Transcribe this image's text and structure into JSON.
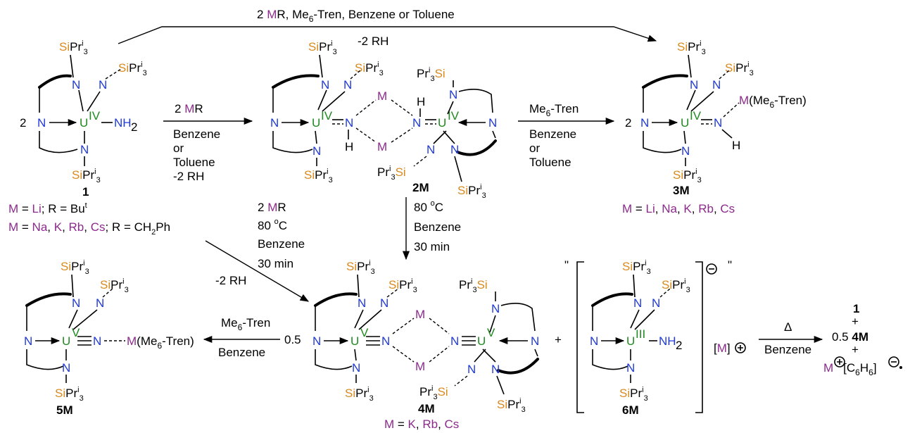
{
  "top_arrow": {
    "line1": [
      "2 ",
      "M",
      "R, Me",
      "6",
      "-Tren, Benzene or Toluene"
    ],
    "line2": "-2 RH"
  },
  "atoms": {
    "N": "N",
    "U": "U",
    "H": "H",
    "M": "M",
    "Si": "Si",
    "Pr": "Pr",
    "i": "i",
    "three": "3",
    "two": "2",
    "NH": "NH",
    "ox_iv": "IV",
    "ox_v": "V",
    "ox_iii": "III"
  },
  "coef": {
    "c1": "2",
    "c3": "2",
    "c5": "0.5"
  },
  "compounds": {
    "c1": "1",
    "c2": "2M",
    "c3": "3M",
    "c4": "4M",
    "c5": "5M",
    "c6": "6M"
  },
  "label1": {
    "line1": [
      "M",
      " = ",
      "Li",
      "; R = Bu",
      "t"
    ],
    "line2": [
      "M",
      " = ",
      "Na",
      ", ",
      "K",
      ", ",
      "Rb",
      ", ",
      "Cs",
      "; R = CH",
      "2",
      "Ph"
    ]
  },
  "label3": [
    "M",
    " = ",
    "Li",
    ", ",
    "Na",
    ", ",
    "K",
    ", ",
    "Rb",
    ", ",
    "Cs"
  ],
  "label4": [
    "M",
    " = ",
    "K",
    ", ",
    "Rb",
    ", ",
    "Cs"
  ],
  "arrow_1_2": {
    "above": [
      "2 ",
      "M",
      "R"
    ],
    "below": [
      "Benzene",
      "or",
      "Toluene",
      "-2 RH"
    ]
  },
  "arrow_2_3": {
    "above": [
      "Me",
      "6",
      "-Tren"
    ],
    "below": [
      "Benzene",
      "or",
      "Toluene"
    ]
  },
  "arrow_2_4": [
    "80 ",
    "o",
    "C",
    "Benzene",
    "30 min"
  ],
  "arrow_1_4": {
    "cond": [
      "2 ",
      "M",
      "R",
      "80 ",
      "o",
      "C",
      "Benzene",
      "30 min"
    ],
    "loss": "-2 RH"
  },
  "arrow_4_5": {
    "above": [
      "Me",
      "6",
      "-Tren"
    ],
    "below": "Benzene"
  },
  "m_me6tren": [
    "M",
    "(Me",
    "6",
    "-Tren)"
  ],
  "plus": "+",
  "quote": "\"",
  "counter_cation": [
    "[",
    "M",
    "]"
  ],
  "arrow_6": {
    "above": "Δ",
    "below": "Benzene"
  },
  "products": {
    "p1": "1",
    "p2_coef": "0.5",
    "p2": "4M",
    "p3": [
      "M",
      "[C",
      "6",
      "H",
      "6",
      "]"
    ]
  }
}
